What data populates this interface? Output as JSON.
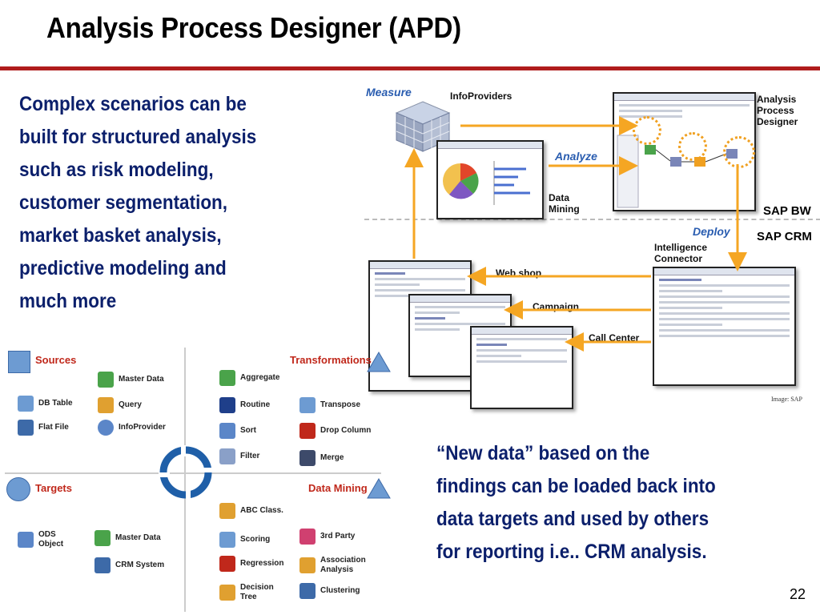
{
  "slide": {
    "title": "Analysis Process Designer (APD)",
    "page_number": "22",
    "image_credit": "Image: SAP",
    "left_text": [
      "Complex scenarios can be",
      "built for structured analysis",
      "such as risk modeling,",
      "customer segmentation,",
      "market basket analysis,",
      "predictive modeling and",
      "much more"
    ],
    "right_text": [
      "“New data” based on the",
      "findings can be loaded back into",
      "data targets and used by others",
      "for reporting i.e.. CRM analysis."
    ]
  },
  "diagram": {
    "measure": "Measure",
    "infoproviders": "InfoProviders",
    "analyze": "Analyze",
    "data_mining": [
      "Data",
      "Mining"
    ],
    "apd": [
      "Analysis",
      "Process",
      "Designer"
    ],
    "sap_bw": "SAP BW",
    "deploy": "Deploy",
    "sap_crm": "SAP CRM",
    "intelligence_connector": [
      "Intelligence",
      "Connector"
    ],
    "web_shop": "Web shop",
    "campaign": "Campaign",
    "call_center": "Call Center"
  },
  "operators": {
    "sources": "Sources",
    "transformations": "Transformations",
    "targets": "Targets",
    "data_mining": "Data Mining",
    "source_items": [
      "DB Table",
      "Flat File",
      "Master Data",
      "Query",
      "InfoProvider"
    ],
    "transform_items": [
      "Aggregate",
      "Routine",
      "Sort",
      "Filter",
      "Transpose",
      "Drop Column",
      "Merge"
    ],
    "target_items": [
      "ODS Object",
      "Master Data",
      "CRM System"
    ],
    "mining_items": [
      "ABC Class.",
      "Scoring",
      "Regression",
      "Decision Tree",
      "3rd Party",
      "Association Analysis",
      "Clustering"
    ]
  },
  "colors": {
    "title_rule": "#b01c1c",
    "body_text": "#0b1f6b",
    "section_label": "#c0281b",
    "flow_arrow": "#f5a623",
    "cycle": "#1f5fa8"
  }
}
